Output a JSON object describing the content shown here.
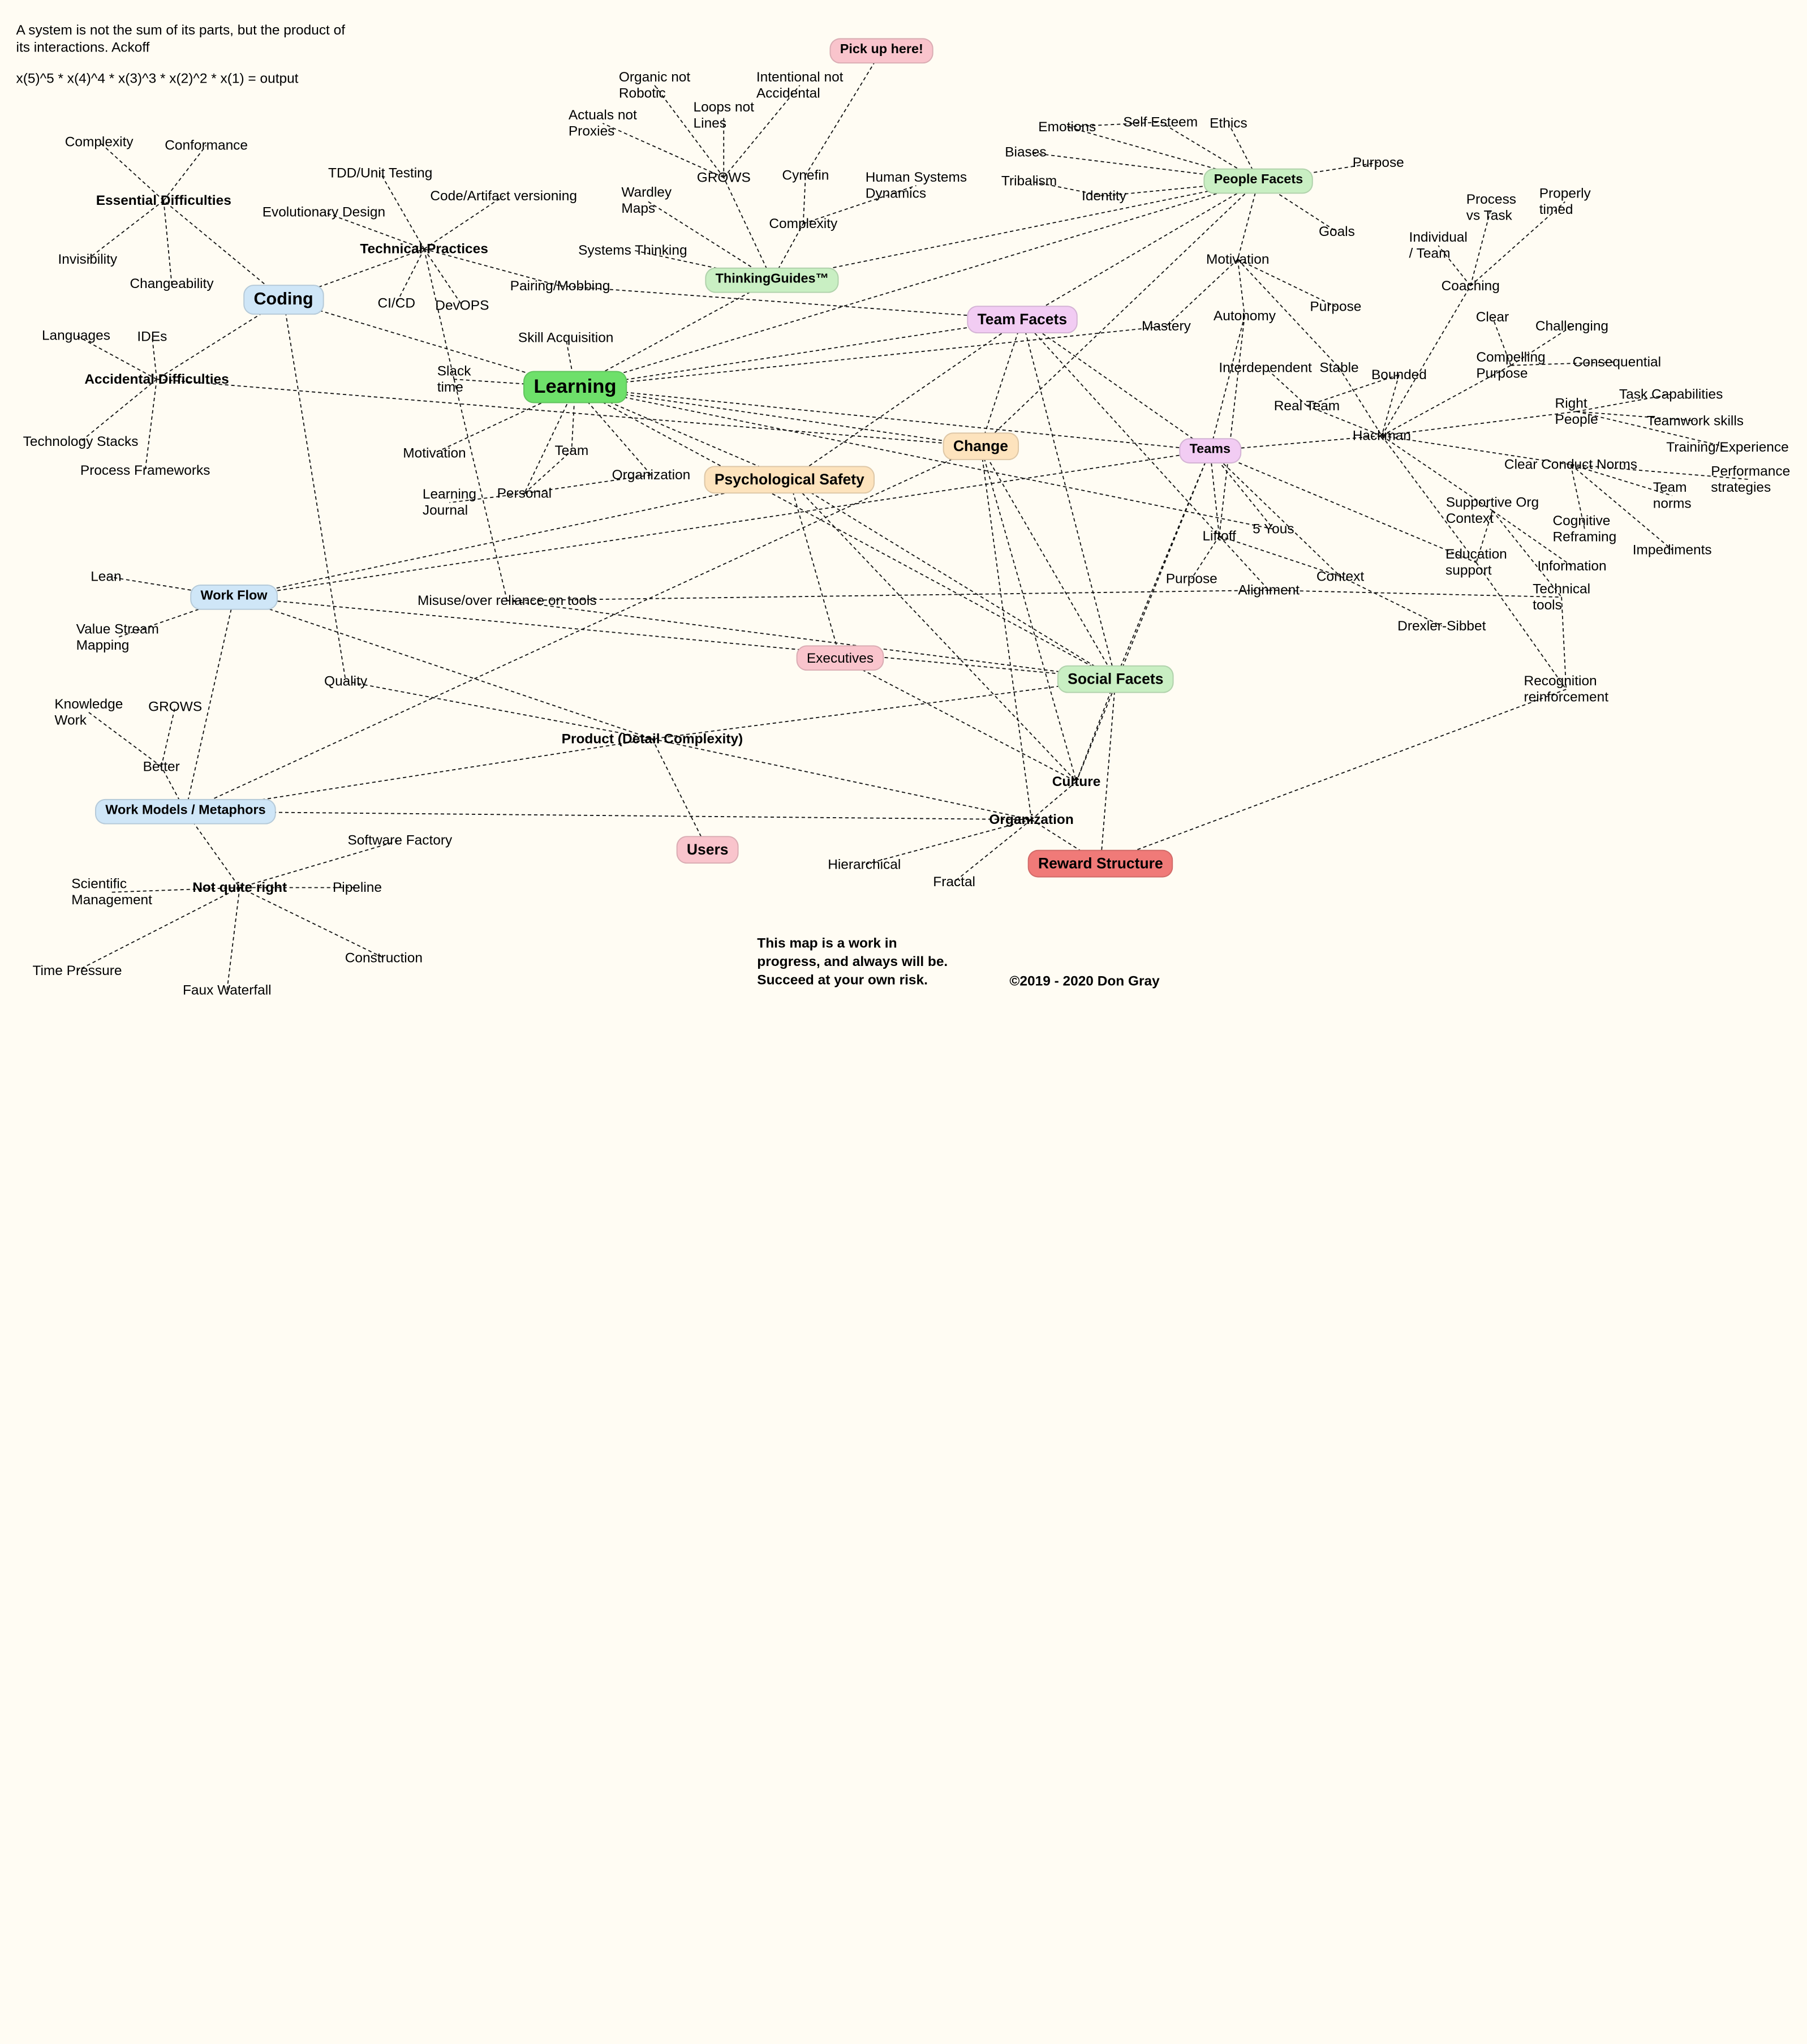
{
  "header": {
    "quote": "A system is not the sum of its parts, but the product of\nits interactions. Ackoff",
    "formula": "x(5)^5 * x(4)^4 * x(3)^3 * x(2)^2 * x(1) = output"
  },
  "footer": {
    "note": "This map is a work in\nprogress, and always will be.\nSucceed at your own risk.",
    "copyright": "©2019 - 2020 Don Gray"
  },
  "palette": {
    "green": "#6ee06a",
    "light_green": "#c9efc3",
    "blue": "#cfe6f7",
    "pink": "#f9c4cc",
    "red": "#f07a78",
    "orange": "#fde3bd",
    "purple": "#f2ccf3"
  },
  "nodes": [
    {
      "id": "learning",
      "label": "Learning",
      "style": "pill",
      "level": 1,
      "color": "#6ee06a"
    },
    {
      "id": "coding",
      "label": "Coding",
      "style": "pill",
      "level": 2,
      "color": "#cfe6f7"
    },
    {
      "id": "team_facets",
      "label": "Team Facets",
      "style": "pill",
      "level": 3,
      "color": "#f2ccf3"
    },
    {
      "id": "people_facets",
      "label": "People Facets",
      "style": "pill",
      "level": 4,
      "color": "#c9efc3"
    },
    {
      "id": "thinkingguides",
      "label": "ThinkingGuides™",
      "style": "pill",
      "level": 4,
      "color": "#c9efc3"
    },
    {
      "id": "change",
      "label": "Change",
      "style": "pill",
      "level": 3,
      "color": "#fde3bd"
    },
    {
      "id": "psych_safety",
      "label": "Psychological Safety",
      "style": "pill",
      "level": 3,
      "color": "#fde3bd"
    },
    {
      "id": "teams",
      "label": "Teams",
      "style": "pill",
      "level": 4,
      "color": "#f2ccf3"
    },
    {
      "id": "social_facets",
      "label": "Social Facets",
      "style": "pill",
      "level": 3,
      "color": "#c9efc3"
    },
    {
      "id": "work_flow",
      "label": "Work Flow",
      "style": "pill",
      "level": 4,
      "color": "#cfe6f7"
    },
    {
      "id": "work_models",
      "label": "Work Models / Metaphors",
      "style": "pill",
      "level": 4,
      "color": "#cfe6f7"
    },
    {
      "id": "users",
      "label": "Users",
      "style": "pill",
      "level": 3,
      "color": "#f9c4cc"
    },
    {
      "id": "reward",
      "label": "Reward Structure",
      "style": "pill",
      "level": 3,
      "color": "#f07a78"
    },
    {
      "id": "pickup",
      "label": "Pick up here!",
      "style": "pill",
      "level": 4,
      "color": "#f9c4cc"
    },
    {
      "id": "executives",
      "label": "Executives",
      "style": "pill",
      "level": 5,
      "color": "#f9c4cc"
    },
    {
      "id": "essential",
      "label": "Essential Difficulties",
      "style": "bold"
    },
    {
      "id": "accidental",
      "label": "Accidental Difficulties",
      "style": "bold"
    },
    {
      "id": "tech_practices",
      "label": "Technical Practices",
      "style": "bold"
    },
    {
      "id": "product",
      "label": "Product (Detail Complexity)",
      "style": "bold"
    },
    {
      "id": "culture",
      "label": "Culture",
      "style": "bold"
    },
    {
      "id": "organization2",
      "label": "Organization",
      "style": "bold"
    },
    {
      "id": "not_quite_right",
      "label": "Not quite right",
      "style": "bold"
    },
    {
      "id": "complexity1",
      "label": "Complexity"
    },
    {
      "id": "conformance",
      "label": "Conformance"
    },
    {
      "id": "invisibility",
      "label": "Invisibility"
    },
    {
      "id": "changeability",
      "label": "Changeability"
    },
    {
      "id": "languages",
      "label": "Languages"
    },
    {
      "id": "ides",
      "label": "IDEs"
    },
    {
      "id": "tech_stacks",
      "label": "Technology Stacks"
    },
    {
      "id": "process_fw",
      "label": "Process Frameworks"
    },
    {
      "id": "tdd",
      "label": "TDD/Unit Testing"
    },
    {
      "id": "code_version",
      "label": "Code/Artifact versioning"
    },
    {
      "id": "evo_design",
      "label": "Evolutionary Design"
    },
    {
      "id": "cicd",
      "label": "CI/CD"
    },
    {
      "id": "devops",
      "label": "DevOPS"
    },
    {
      "id": "pairing",
      "label": "Pairing/Mobbing"
    },
    {
      "id": "organic",
      "label": "Organic not\nRobotic"
    },
    {
      "id": "loops",
      "label": "Loops not\nLines"
    },
    {
      "id": "intentional",
      "label": "Intentional not\nAccidental"
    },
    {
      "id": "actuals",
      "label": "Actuals not\nProxies"
    },
    {
      "id": "grows1",
      "label": "GROWS"
    },
    {
      "id": "cynefin",
      "label": "Cynefin"
    },
    {
      "id": "human_sys",
      "label": "Human Systems\nDynamics"
    },
    {
      "id": "wardley",
      "label": "Wardley\nMaps"
    },
    {
      "id": "complexity2",
      "label": "Complexity"
    },
    {
      "id": "systems_thinking",
      "label": "Systems Thinking"
    },
    {
      "id": "emotions",
      "label": "Emotions"
    },
    {
      "id": "self_esteem",
      "label": "Self Esteem"
    },
    {
      "id": "ethics",
      "label": "Ethics"
    },
    {
      "id": "biases",
      "label": "Biases"
    },
    {
      "id": "purpose1",
      "label": "Purpose"
    },
    {
      "id": "tribalism",
      "label": "Tribalism"
    },
    {
      "id": "identity",
      "label": "Identity"
    },
    {
      "id": "goals",
      "label": "Goals"
    },
    {
      "id": "motivation1",
      "label": "Motivation"
    },
    {
      "id": "autonomy",
      "label": "Autonomy"
    },
    {
      "id": "purpose2",
      "label": "Purpose"
    },
    {
      "id": "mastery",
      "label": "Mastery"
    },
    {
      "id": "skill_acq",
      "label": "Skill Acquisition"
    },
    {
      "id": "slack",
      "label": "Slack\ntime"
    },
    {
      "id": "motivation2",
      "label": "Motivation"
    },
    {
      "id": "team1",
      "label": "Team"
    },
    {
      "id": "organization1",
      "label": "Organization"
    },
    {
      "id": "personal",
      "label": "Personal"
    },
    {
      "id": "learning_journal",
      "label": "Learning\nJournal"
    },
    {
      "id": "interdependent",
      "label": "Interdependent"
    },
    {
      "id": "stable",
      "label": "Stable"
    },
    {
      "id": "real_team",
      "label": "Real Team"
    },
    {
      "id": "bounded",
      "label": "Bounded"
    },
    {
      "id": "process_task",
      "label": "Process\nvs Task"
    },
    {
      "id": "properly_timed",
      "label": "Properly\ntimed"
    },
    {
      "id": "individual_team",
      "label": "Individual\n/ Team"
    },
    {
      "id": "coaching",
      "label": "Coaching"
    },
    {
      "id": "clear",
      "label": "Clear"
    },
    {
      "id": "challenging",
      "label": "Challenging"
    },
    {
      "id": "compelling",
      "label": "Compelling\nPurpose"
    },
    {
      "id": "consequential",
      "label": "Consequential"
    },
    {
      "id": "hackman",
      "label": "Hackman"
    },
    {
      "id": "right_people",
      "label": "Right\nPeople"
    },
    {
      "id": "task_cap",
      "label": "Task Capabilities"
    },
    {
      "id": "teamwork",
      "label": "Teamwork skills"
    },
    {
      "id": "training",
      "label": "Training/Experience"
    },
    {
      "id": "conduct_norms",
      "label": "Clear Conduct Norms"
    },
    {
      "id": "performance",
      "label": "Performance\nstrategies"
    },
    {
      "id": "team_norms",
      "label": "Team\nnorms"
    },
    {
      "id": "cognitive",
      "label": "Cognitive\nReframing"
    },
    {
      "id": "impediments",
      "label": "Impediments"
    },
    {
      "id": "supportive",
      "label": "Supportive Org\nContext"
    },
    {
      "id": "information",
      "label": "Information"
    },
    {
      "id": "education",
      "label": "Education\nsupport"
    },
    {
      "id": "technical_tools",
      "label": "Technical\ntools"
    },
    {
      "id": "recognition",
      "label": "Recognition\nreinforcement"
    },
    {
      "id": "five_yous",
      "label": "5 Yous"
    },
    {
      "id": "liftoff",
      "label": "Liftoff"
    },
    {
      "id": "purpose3",
      "label": "Purpose"
    },
    {
      "id": "alignment",
      "label": "Alignment"
    },
    {
      "id": "context",
      "label": "Context"
    },
    {
      "id": "drexler",
      "label": "Drexler-Sibbet"
    },
    {
      "id": "lean",
      "label": "Lean"
    },
    {
      "id": "value_stream",
      "label": "Value Stream\nMapping"
    },
    {
      "id": "misuse",
      "label": "Misuse/over reliance on tools"
    },
    {
      "id": "quality",
      "label": "Quality"
    },
    {
      "id": "knowledge_work",
      "label": "Knowledge\nWork"
    },
    {
      "id": "grows2",
      "label": "GROWS"
    },
    {
      "id": "better",
      "label": "Better"
    },
    {
      "id": "software_factory",
      "label": "Software Factory"
    },
    {
      "id": "sci_mgmt",
      "label": "Scientific\nManagement"
    },
    {
      "id": "pipeline",
      "label": "Pipeline"
    },
    {
      "id": "time_pressure",
      "label": "Time Pressure"
    },
    {
      "id": "construction",
      "label": "Construction"
    },
    {
      "id": "faux_waterfall",
      "label": "Faux Waterfall"
    },
    {
      "id": "hierarchical",
      "label": "Hierarchical"
    },
    {
      "id": "fractal",
      "label": "Fractal"
    }
  ],
  "edges": [
    [
      "coding",
      "essential"
    ],
    [
      "essential",
      "complexity1"
    ],
    [
      "essential",
      "conformance"
    ],
    [
      "essential",
      "invisibility"
    ],
    [
      "essential",
      "changeability"
    ],
    [
      "coding",
      "accidental"
    ],
    [
      "accidental",
      "languages"
    ],
    [
      "accidental",
      "ides"
    ],
    [
      "accidental",
      "tech_stacks"
    ],
    [
      "accidental",
      "process_fw"
    ],
    [
      "coding",
      "tech_practices"
    ],
    [
      "tech_practices",
      "tdd"
    ],
    [
      "tech_practices",
      "code_version"
    ],
    [
      "tech_practices",
      "evo_design"
    ],
    [
      "tech_practices",
      "cicd"
    ],
    [
      "tech_practices",
      "devops"
    ],
    [
      "tech_practices",
      "pairing"
    ],
    [
      "pairing",
      "team_facets"
    ],
    [
      "coding",
      "learning"
    ],
    [
      "coding",
      "quality"
    ],
    [
      "tech_practices",
      "slack"
    ],
    [
      "pickup",
      "cynefin"
    ],
    [
      "grows1",
      "organic"
    ],
    [
      "grows1",
      "loops"
    ],
    [
      "grows1",
      "intentional"
    ],
    [
      "grows1",
      "actuals"
    ],
    [
      "thinkingguides",
      "grows1"
    ],
    [
      "thinkingguides",
      "complexity2"
    ],
    [
      "complexity2",
      "cynefin"
    ],
    [
      "complexity2",
      "human_sys"
    ],
    [
      "thinkingguides",
      "wardley"
    ],
    [
      "thinkingguides",
      "systems_thinking"
    ],
    [
      "thinkingguides",
      "learning"
    ],
    [
      "thinkingguides",
      "people_facets"
    ],
    [
      "people_facets",
      "emotions"
    ],
    [
      "emotions",
      "self_esteem"
    ],
    [
      "people_facets",
      "self_esteem"
    ],
    [
      "people_facets",
      "ethics"
    ],
    [
      "people_facets",
      "biases"
    ],
    [
      "people_facets",
      "purpose1"
    ],
    [
      "people_facets",
      "identity"
    ],
    [
      "identity",
      "tribalism"
    ],
    [
      "people_facets",
      "goals"
    ],
    [
      "people_facets",
      "motivation1"
    ],
    [
      "people_facets",
      "team_facets"
    ],
    [
      "people_facets",
      "change"
    ],
    [
      "people_facets",
      "learning"
    ],
    [
      "motivation1",
      "autonomy"
    ],
    [
      "motivation1",
      "purpose2"
    ],
    [
      "motivation1",
      "mastery"
    ],
    [
      "motivation1",
      "stable"
    ],
    [
      "mastery",
      "learning"
    ],
    [
      "team_facets",
      "learning"
    ],
    [
      "team_facets",
      "teams"
    ],
    [
      "team_facets",
      "psych_safety"
    ],
    [
      "team_facets",
      "change"
    ],
    [
      "team_facets",
      "social_facets"
    ],
    [
      "team_facets",
      "liftoff"
    ],
    [
      "learning",
      "skill_acq"
    ],
    [
      "learning",
      "slack"
    ],
    [
      "learning",
      "motivation2"
    ],
    [
      "learning",
      "team1"
    ],
    [
      "learning",
      "organization1"
    ],
    [
      "learning",
      "personal"
    ],
    [
      "learning",
      "psych_safety"
    ],
    [
      "learning",
      "change"
    ],
    [
      "learning",
      "teams"
    ],
    [
      "learning",
      "five_yous"
    ],
    [
      "learning",
      "social_facets"
    ],
    [
      "personal",
      "learning_journal"
    ],
    [
      "personal",
      "team1"
    ],
    [
      "personal",
      "organization1"
    ],
    [
      "accidental",
      "change"
    ],
    [
      "stable",
      "hackman"
    ],
    [
      "real_team",
      "hackman"
    ],
    [
      "bounded",
      "hackman"
    ],
    [
      "real_team",
      "interdependent"
    ],
    [
      "real_team",
      "bounded"
    ],
    [
      "hackman",
      "coaching"
    ],
    [
      "coaching",
      "process_task"
    ],
    [
      "coaching",
      "properly_timed"
    ],
    [
      "coaching",
      "individual_team"
    ],
    [
      "hackman",
      "compelling"
    ],
    [
      "compelling",
      "clear"
    ],
    [
      "compelling",
      "challenging"
    ],
    [
      "compelling",
      "consequential"
    ],
    [
      "hackman",
      "right_people"
    ],
    [
      "right_people",
      "task_cap"
    ],
    [
      "right_people",
      "teamwork"
    ],
    [
      "right_people",
      "training"
    ],
    [
      "hackman",
      "conduct_norms"
    ],
    [
      "conduct_norms",
      "performance"
    ],
    [
      "conduct_norms",
      "team_norms"
    ],
    [
      "conduct_norms",
      "cognitive"
    ],
    [
      "conduct_norms",
      "impediments"
    ],
    [
      "hackman",
      "supportive"
    ],
    [
      "supportive",
      "information"
    ],
    [
      "supportive",
      "education"
    ],
    [
      "supportive",
      "technical_tools"
    ],
    [
      "hackman",
      "education"
    ],
    [
      "technical_tools",
      "recognition"
    ],
    [
      "education",
      "recognition"
    ],
    [
      "recognition",
      "reward"
    ],
    [
      "teams",
      "hackman"
    ],
    [
      "teams",
      "liftoff"
    ],
    [
      "teams",
      "five_yous"
    ],
    [
      "teams",
      "context"
    ],
    [
      "teams",
      "education"
    ],
    [
      "teams",
      "social_facets"
    ],
    [
      "teams",
      "work_flow"
    ],
    [
      "liftoff",
      "purpose3"
    ],
    [
      "liftoff",
      "alignment"
    ],
    [
      "liftoff",
      "context"
    ],
    [
      "context",
      "drexler"
    ],
    [
      "autonomy",
      "liftoff"
    ],
    [
      "autonomy",
      "teams"
    ],
    [
      "alignment",
      "misuse"
    ],
    [
      "alignment",
      "technical_tools"
    ],
    [
      "misuse",
      "slack"
    ],
    [
      "misuse",
      "social_facets"
    ],
    [
      "work_flow",
      "lean"
    ],
    [
      "work_flow",
      "value_stream"
    ],
    [
      "work_flow",
      "psych_safety"
    ],
    [
      "work_flow",
      "product"
    ],
    [
      "work_flow",
      "social_facets"
    ],
    [
      "work_flow",
      "work_models"
    ],
    [
      "psych_safety",
      "executives"
    ],
    [
      "psych_safety",
      "social_facets"
    ],
    [
      "psych_safety",
      "culture"
    ],
    [
      "change",
      "work_models"
    ],
    [
      "change",
      "social_facets"
    ],
    [
      "change",
      "organization2"
    ],
    [
      "change",
      "culture"
    ],
    [
      "social_facets",
      "product"
    ],
    [
      "social_facets",
      "culture"
    ],
    [
      "social_facets",
      "reward"
    ],
    [
      "executives",
      "culture"
    ],
    [
      "quality",
      "product"
    ],
    [
      "product",
      "users"
    ],
    [
      "product",
      "organization2"
    ],
    [
      "product",
      "work_models"
    ],
    [
      "work_models",
      "organization2"
    ],
    [
      "work_models",
      "better"
    ],
    [
      "better",
      "knowledge_work"
    ],
    [
      "better",
      "grows2"
    ],
    [
      "work_models",
      "not_quite_right"
    ],
    [
      "not_quite_right",
      "software_factory"
    ],
    [
      "not_quite_right",
      "sci_mgmt"
    ],
    [
      "not_quite_right",
      "pipeline"
    ],
    [
      "not_quite_right",
      "time_pressure"
    ],
    [
      "not_quite_right",
      "construction"
    ],
    [
      "not_quite_right",
      "faux_waterfall"
    ],
    [
      "culture",
      "organization2"
    ],
    [
      "organization2",
      "hierarchical"
    ],
    [
      "organization2",
      "fractal"
    ],
    [
      "organization2",
      "reward"
    ],
    [
      "teams",
      "culture"
    ]
  ]
}
